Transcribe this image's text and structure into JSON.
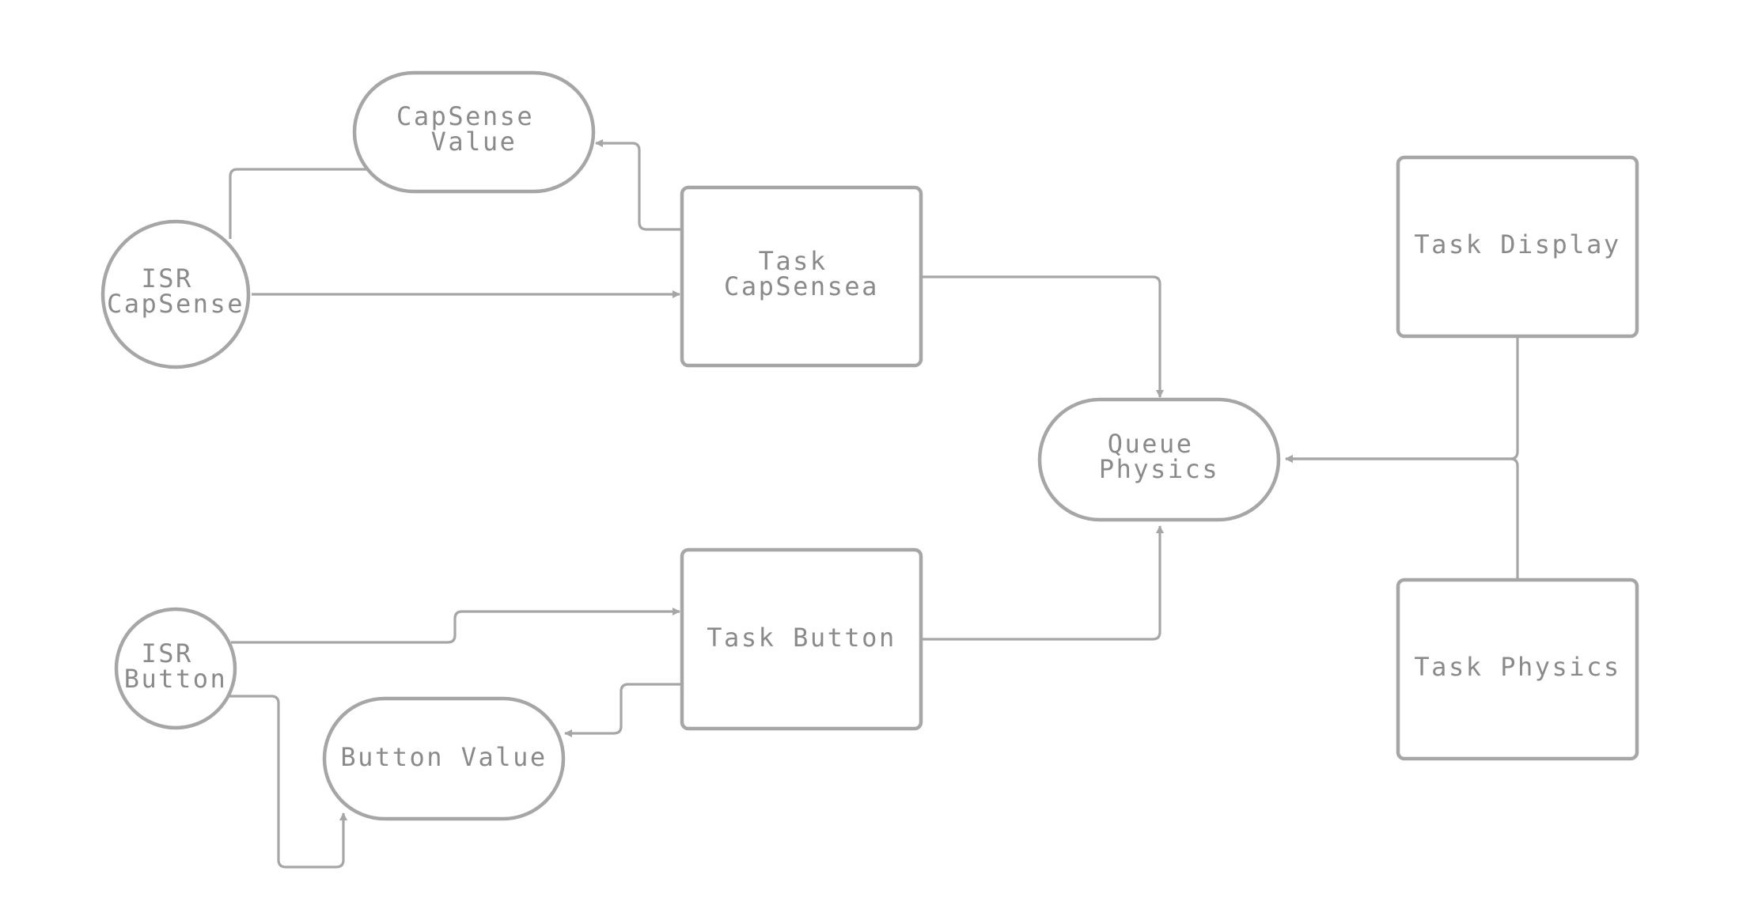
{
  "diagram": {
    "line_color": "#a6a6a6",
    "text_color": "#8a8a8a",
    "background": "#ffffff",
    "nodes": {
      "capsense_value": {
        "kind": "store",
        "lines": [
          "CapSense",
          "Value"
        ]
      },
      "isr_capsense": {
        "kind": "isr",
        "lines": [
          "ISR",
          "CapSense"
        ]
      },
      "task_capsense": {
        "kind": "task",
        "lines": [
          "Task",
          "CapSensea"
        ]
      },
      "task_display": {
        "kind": "task",
        "lines": [
          "Task Display"
        ]
      },
      "queue_physics": {
        "kind": "queue",
        "lines": [
          "Queue",
          "Physics"
        ]
      },
      "isr_button": {
        "kind": "isr",
        "lines": [
          "ISR",
          "Button"
        ]
      },
      "task_button": {
        "kind": "task",
        "lines": [
          "Task Button"
        ]
      },
      "button_value": {
        "kind": "store",
        "lines": [
          "Button Value"
        ]
      },
      "task_physics": {
        "kind": "task",
        "lines": [
          "Task Physics"
        ]
      }
    },
    "edges": [
      {
        "from": "isr_capsense",
        "to": "capsense_value"
      },
      {
        "from": "isr_capsense",
        "to": "task_capsense"
      },
      {
        "from": "task_capsense",
        "to": "capsense_value"
      },
      {
        "from": "task_capsense",
        "to": "queue_physics"
      },
      {
        "from": "task_display",
        "to": "queue_physics"
      },
      {
        "from": "task_physics",
        "to": "queue_physics"
      },
      {
        "from": "task_button",
        "to": "queue_physics"
      },
      {
        "from": "isr_button",
        "to": "task_button"
      },
      {
        "from": "task_button",
        "to": "button_value"
      },
      {
        "from": "isr_button",
        "to": "button_value"
      }
    ]
  }
}
